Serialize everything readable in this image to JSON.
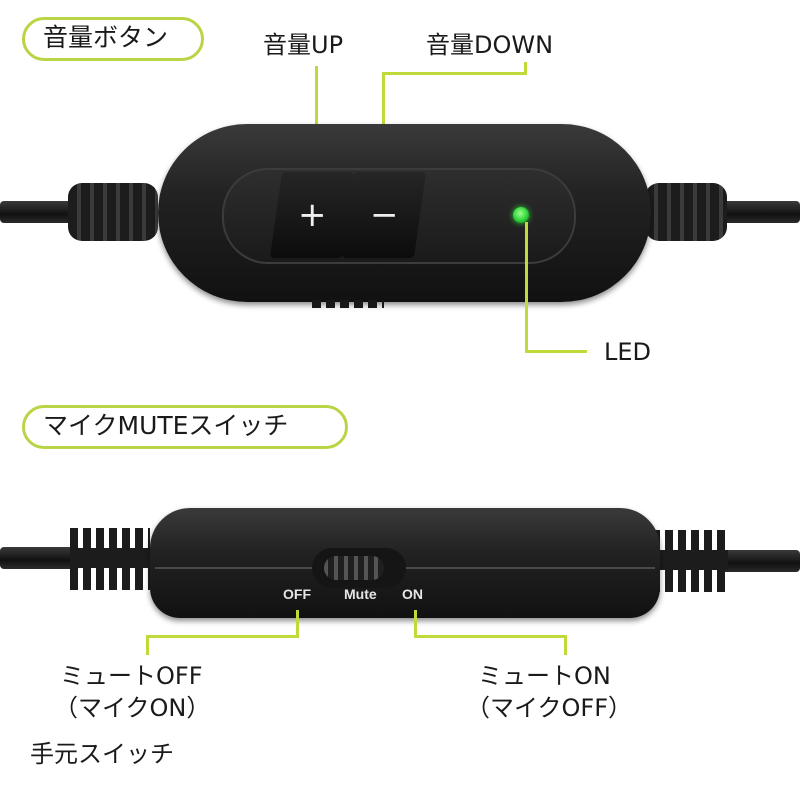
{
  "section1": {
    "title": "音量ボタン",
    "callouts": {
      "volume_up": "音量UP",
      "volume_down": "音量DOWN",
      "led": "LED"
    },
    "buttons": {
      "plus_symbol": "+",
      "minus_symbol": "−"
    },
    "led_color": "#2fd23a"
  },
  "section2": {
    "title": "マイクMUTEスイッチ",
    "switch_labels": {
      "off": "OFF",
      "mute": "Mute",
      "on": "ON"
    },
    "callouts": {
      "mute_off_line1": "ミュートOFF",
      "mute_off_line2": "（マイクON）",
      "mute_on_line1": "ミュートON",
      "mute_on_line2": "（マイクOFF）"
    },
    "footer": "手元スイッチ"
  },
  "colors": {
    "accent": "#b9d444",
    "device": "#222222"
  }
}
